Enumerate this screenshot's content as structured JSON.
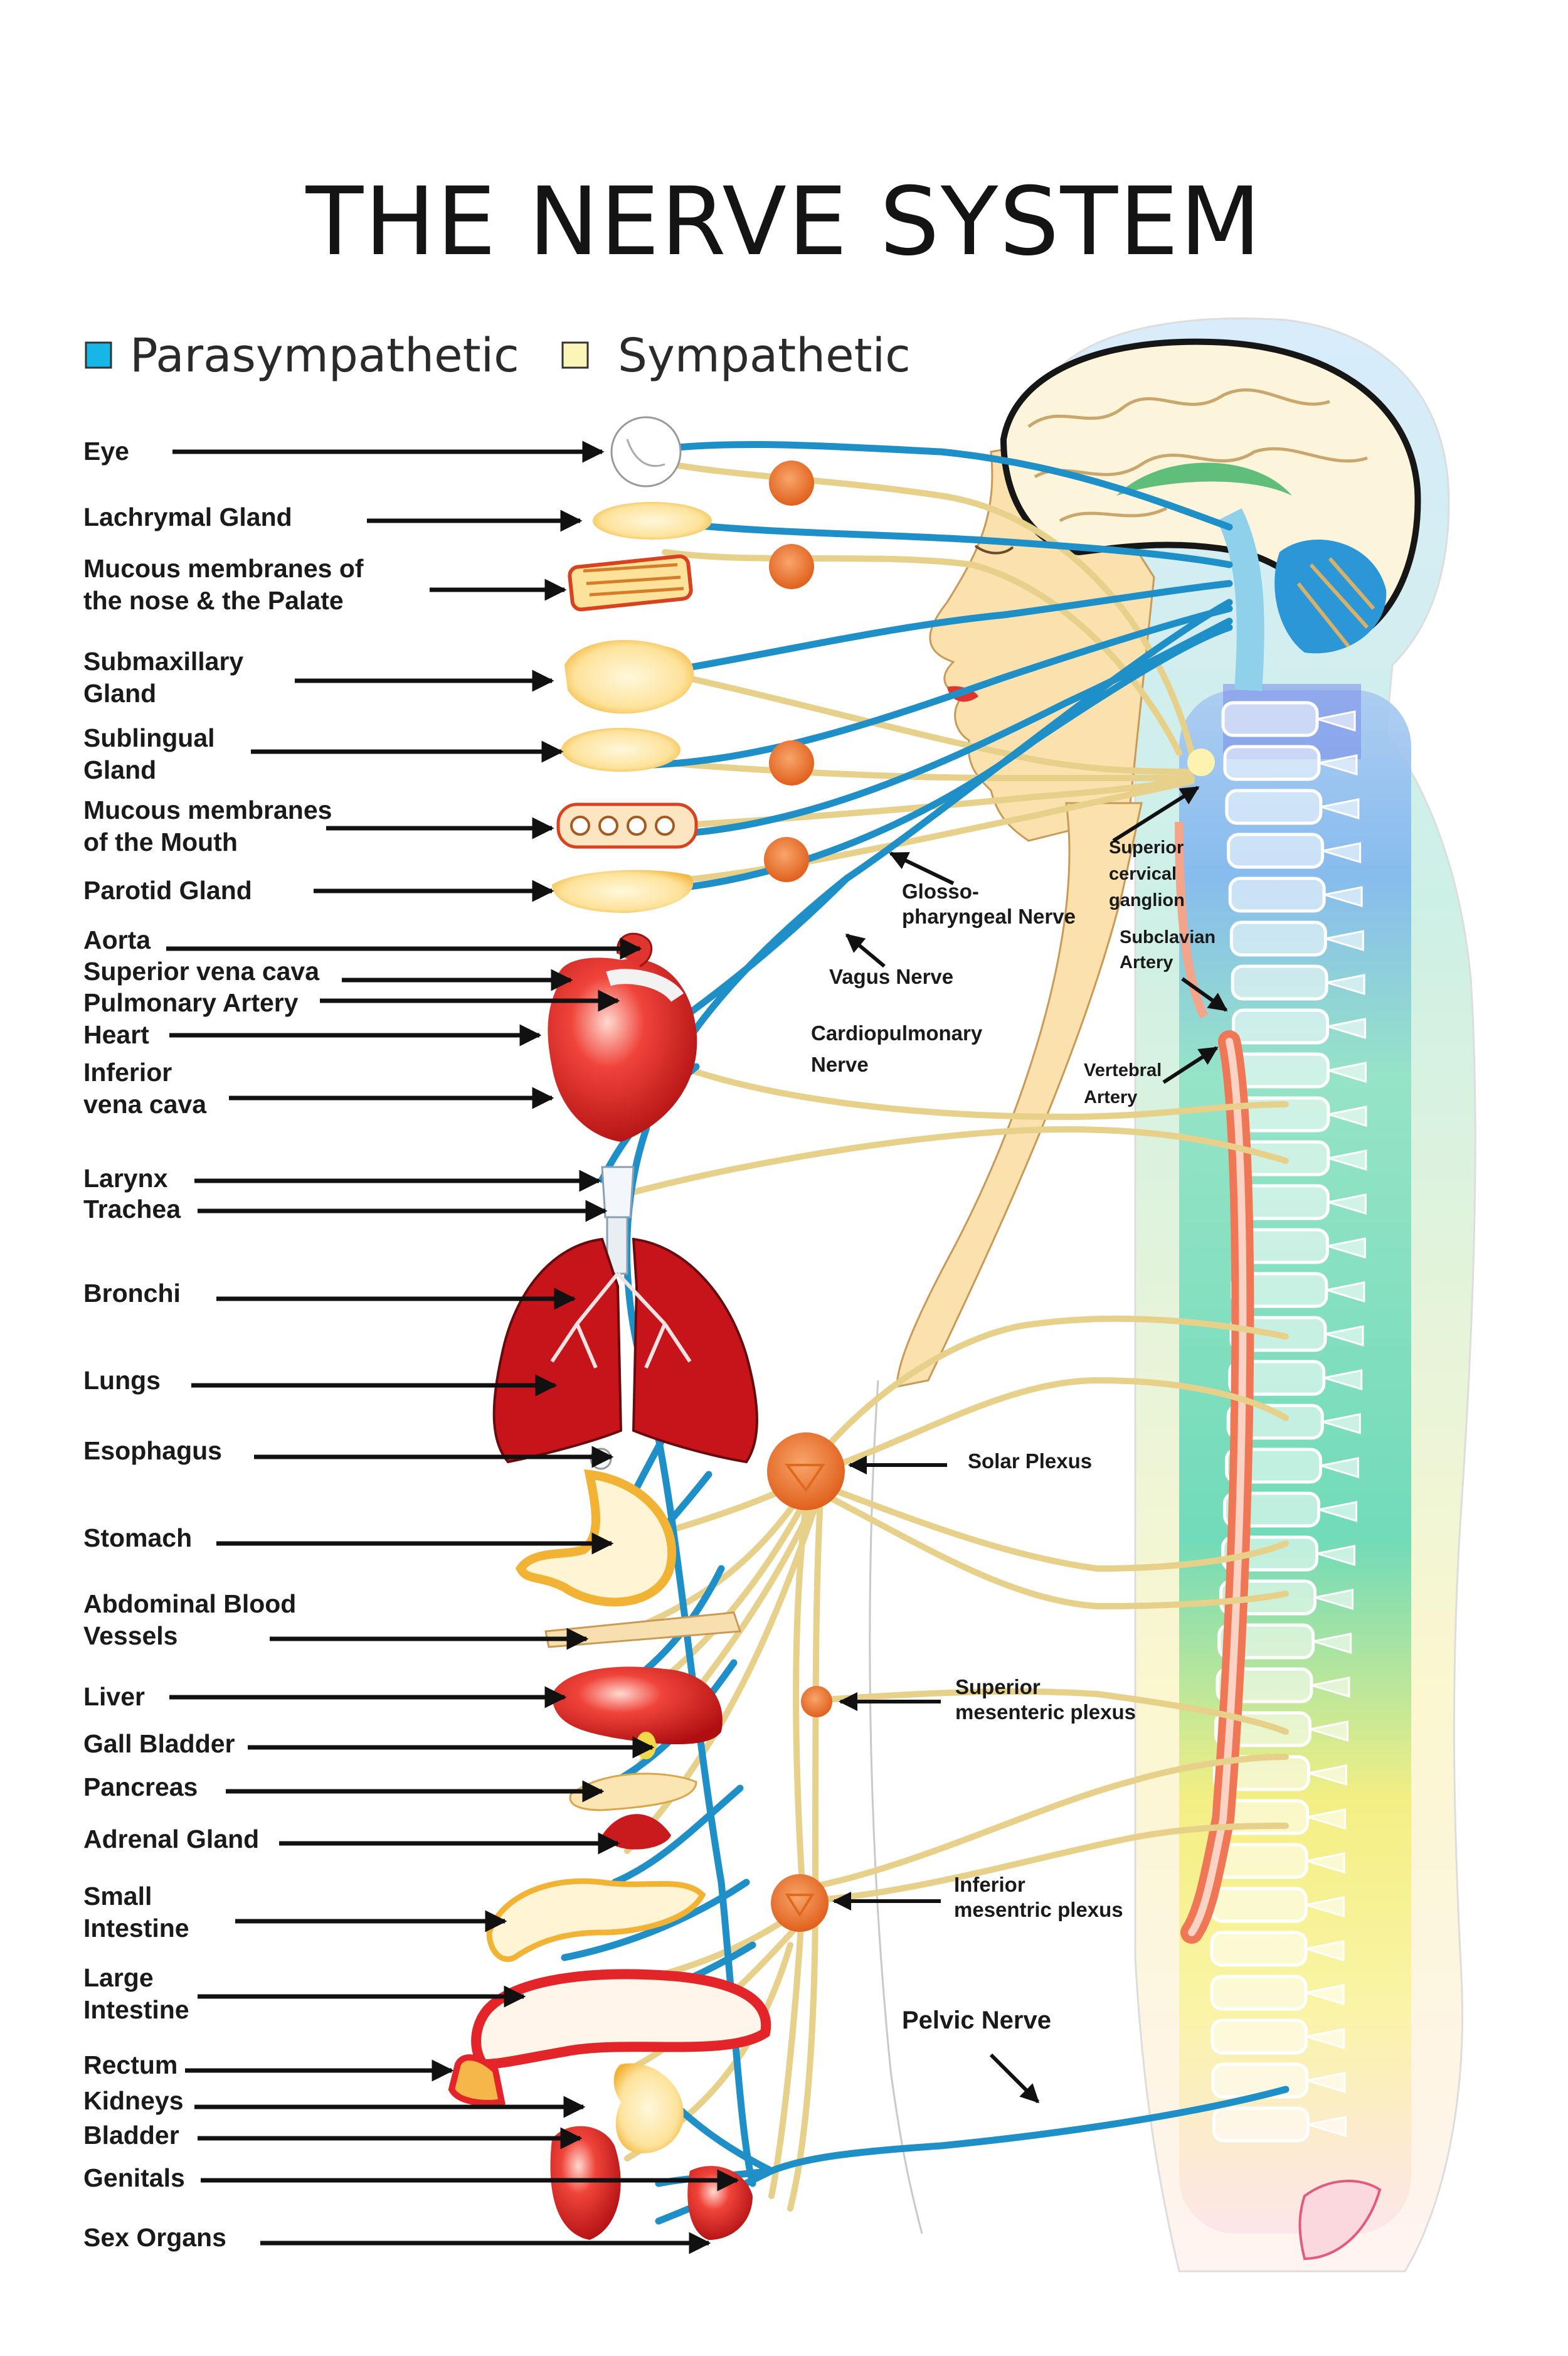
{
  "title": "THE NERVE SYSTEM",
  "legend": [
    {
      "label": "Parasympathetic",
      "color": "#16b6e6"
    },
    {
      "label": "Sympathetic",
      "color": "#fbf6b8"
    }
  ],
  "colors": {
    "parasympathetic_nerve": "#1f8fc8",
    "sympathetic_nerve": "#e7d489",
    "organ_red": "#d81f1f",
    "ganglion": "#f07a2e",
    "artery": "#ef7755",
    "arrow": "#111111"
  },
  "left_labels": [
    {
      "lines": [
        "Eye"
      ]
    },
    {
      "lines": [
        "Lachrymal Gland"
      ]
    },
    {
      "lines": [
        "Mucous membranes of",
        "the nose & the Palate"
      ]
    },
    {
      "lines": [
        "Submaxillary",
        "Gland"
      ]
    },
    {
      "lines": [
        "Sublingual",
        "Gland"
      ]
    },
    {
      "lines": [
        "Mucous membranes",
        "of the Mouth"
      ]
    },
    {
      "lines": [
        "Parotid Gland"
      ]
    },
    {
      "lines": [
        "Aorta"
      ]
    },
    {
      "lines": [
        "Superior vena cava"
      ]
    },
    {
      "lines": [
        "Pulmonary Artery"
      ]
    },
    {
      "lines": [
        "Heart"
      ]
    },
    {
      "lines": [
        "Inferior",
        "vena cava"
      ]
    },
    {
      "lines": [
        "Larynx"
      ]
    },
    {
      "lines": [
        "Trachea"
      ]
    },
    {
      "lines": [
        "Bronchi"
      ]
    },
    {
      "lines": [
        "Lungs"
      ]
    },
    {
      "lines": [
        "Esophagus"
      ]
    },
    {
      "lines": [
        "Stomach"
      ]
    },
    {
      "lines": [
        "Abdominal Blood",
        "Vessels"
      ]
    },
    {
      "lines": [
        "Liver"
      ]
    },
    {
      "lines": [
        "Gall Bladder"
      ]
    },
    {
      "lines": [
        "Pancreas"
      ]
    },
    {
      "lines": [
        "Adrenal Gland"
      ]
    },
    {
      "lines": [
        "Small",
        "Intestine"
      ]
    },
    {
      "lines": [
        "Large",
        "Intestine"
      ]
    },
    {
      "lines": [
        "Rectum"
      ]
    },
    {
      "lines": [
        "Kidneys"
      ]
    },
    {
      "lines": [
        "Bladder"
      ]
    },
    {
      "lines": [
        "Genitals"
      ]
    },
    {
      "lines": [
        "Sex Organs"
      ]
    }
  ],
  "right_labels": [
    {
      "lines": [
        "Glosso-",
        "pharyngeal Nerve"
      ]
    },
    {
      "lines": [
        "Vagus Nerve"
      ]
    },
    {
      "lines": [
        "Cardiopulmonary",
        "Nerve"
      ]
    },
    {
      "lines": [
        "Superior",
        "cervical",
        "ganglion"
      ]
    },
    {
      "lines": [
        "Subclavian",
        "Artery"
      ]
    },
    {
      "lines": [
        "Vertebral",
        "Artery"
      ]
    },
    {
      "lines": [
        "Solar Plexus"
      ]
    },
    {
      "lines": [
        "Superior",
        "mesenteric plexus"
      ]
    },
    {
      "lines": [
        "Inferior",
        "mesentric plexus"
      ]
    },
    {
      "lines": [
        "Pelvic Nerve"
      ]
    }
  ]
}
